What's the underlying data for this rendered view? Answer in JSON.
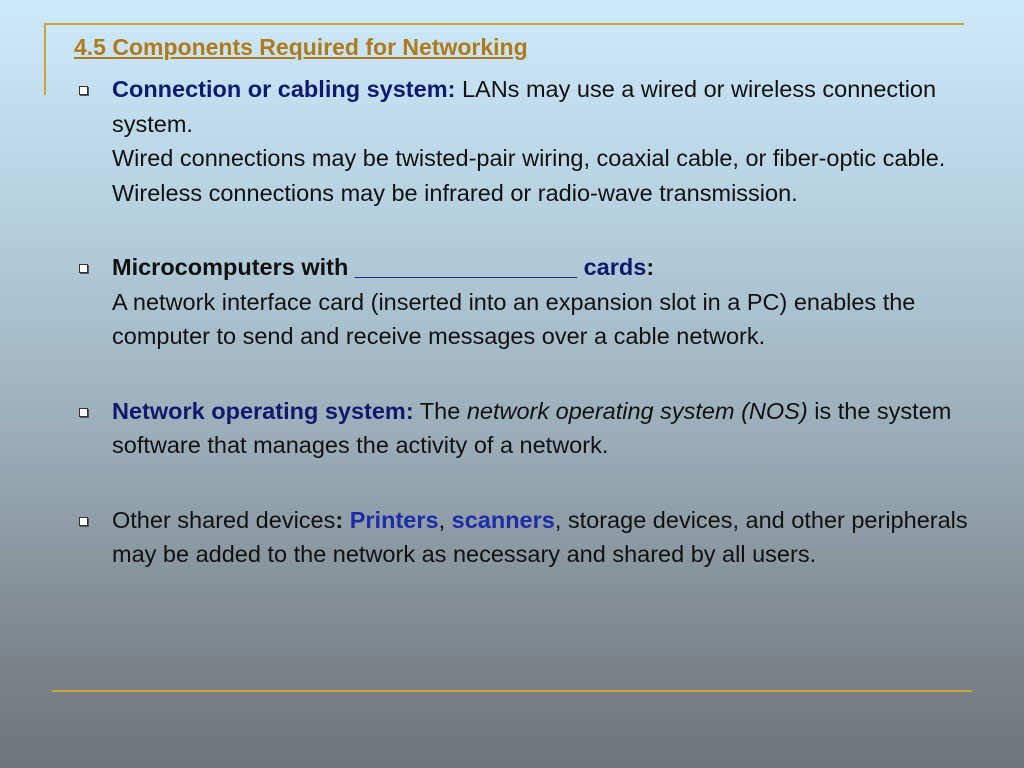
{
  "title": "4.5 Components Required for Networking",
  "items": [
    {
      "term": "Connection or cabling system",
      "colon": ":",
      "lines": [
        " LANs may use a wired or wireless connection system.",
        "Wired connections may be twisted-pair wiring, coaxial cable, or fiber-optic cable.",
        "Wireless connections may be infrared or radio-wave transmission."
      ]
    },
    {
      "term_prefix": "Microcomputers with ",
      "blank": "_________________",
      "term_suffix": " cards",
      "colon": ":",
      "lines": [
        "A network interface card (inserted into an expansion slot in a PC) enables the computer to send and receive messages over a cable network."
      ]
    },
    {
      "term": "Network operating system",
      "colon": ":",
      "text_before": " The ",
      "italic": "network operating system (NOS)",
      "text_after": " is the system software that manages the activity of a network."
    },
    {
      "lead": "Other shared devices",
      "colon": ":",
      "space": " ",
      "printers": "Printers",
      "comma": ",",
      "scanners": "scanners",
      "rest": ", storage devices, and other peripherals may be added to the network as necessary and shared by all users."
    }
  ]
}
